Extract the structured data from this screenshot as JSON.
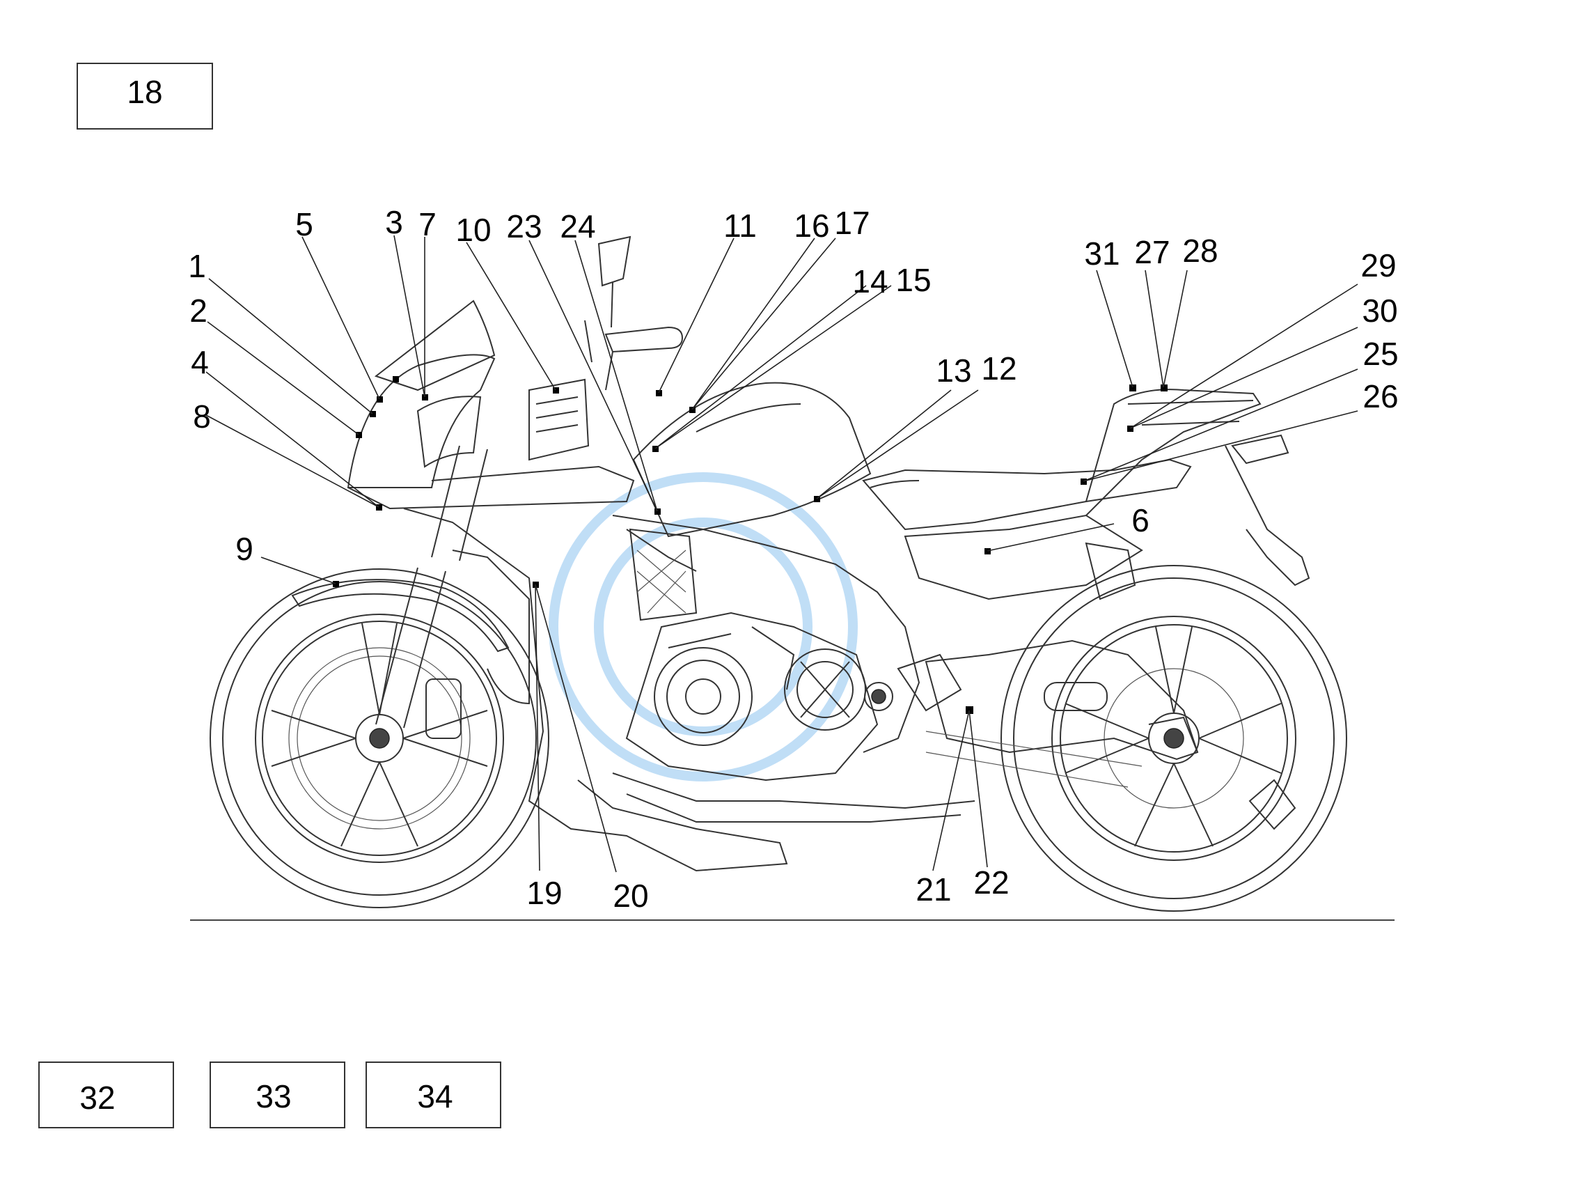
{
  "boxes": [
    {
      "label": "18"
    },
    {
      "label": "32"
    },
    {
      "label": "33"
    },
    {
      "label": "34"
    }
  ],
  "callouts": [
    "1",
    "2",
    "3",
    "4",
    "5",
    "6",
    "7",
    "8",
    "9",
    "10",
    "11",
    "12",
    "13",
    "14",
    "15",
    "16",
    "17",
    "19",
    "20",
    "21",
    "22",
    "23",
    "24",
    "25",
    "26",
    "27",
    "28",
    "29",
    "30",
    "31"
  ]
}
